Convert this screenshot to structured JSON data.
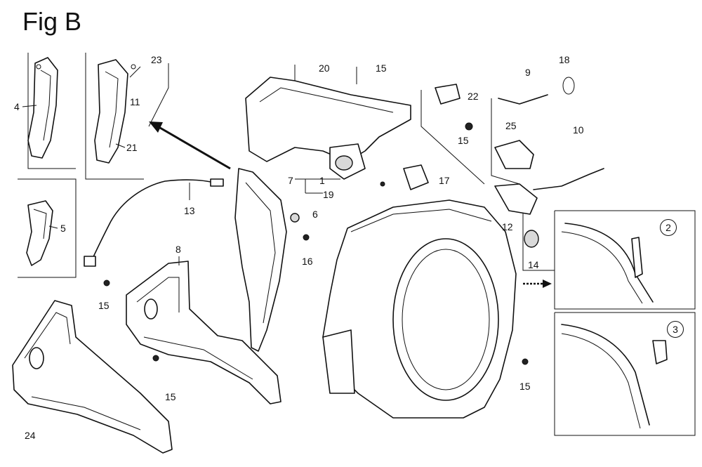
{
  "figure": {
    "title": "Fig B"
  },
  "callouts": {
    "c1": "1",
    "c4": "4",
    "c5": "5",
    "c6": "6",
    "c7": "7",
    "c8": "8",
    "c9": "9",
    "c10": "10",
    "c11": "11",
    "c12": "12",
    "c13": "13",
    "c14": "14",
    "c15a": "15",
    "c15b": "15",
    "c15c": "15",
    "c15d": "15",
    "c15e": "15",
    "c16": "16",
    "c17": "17",
    "c18": "18",
    "c19": "19",
    "c20": "20",
    "c21": "21",
    "c22": "22",
    "c23": "23",
    "c24": "24",
    "c25": "25"
  },
  "variants": {
    "v2": "2",
    "v3": "3"
  }
}
